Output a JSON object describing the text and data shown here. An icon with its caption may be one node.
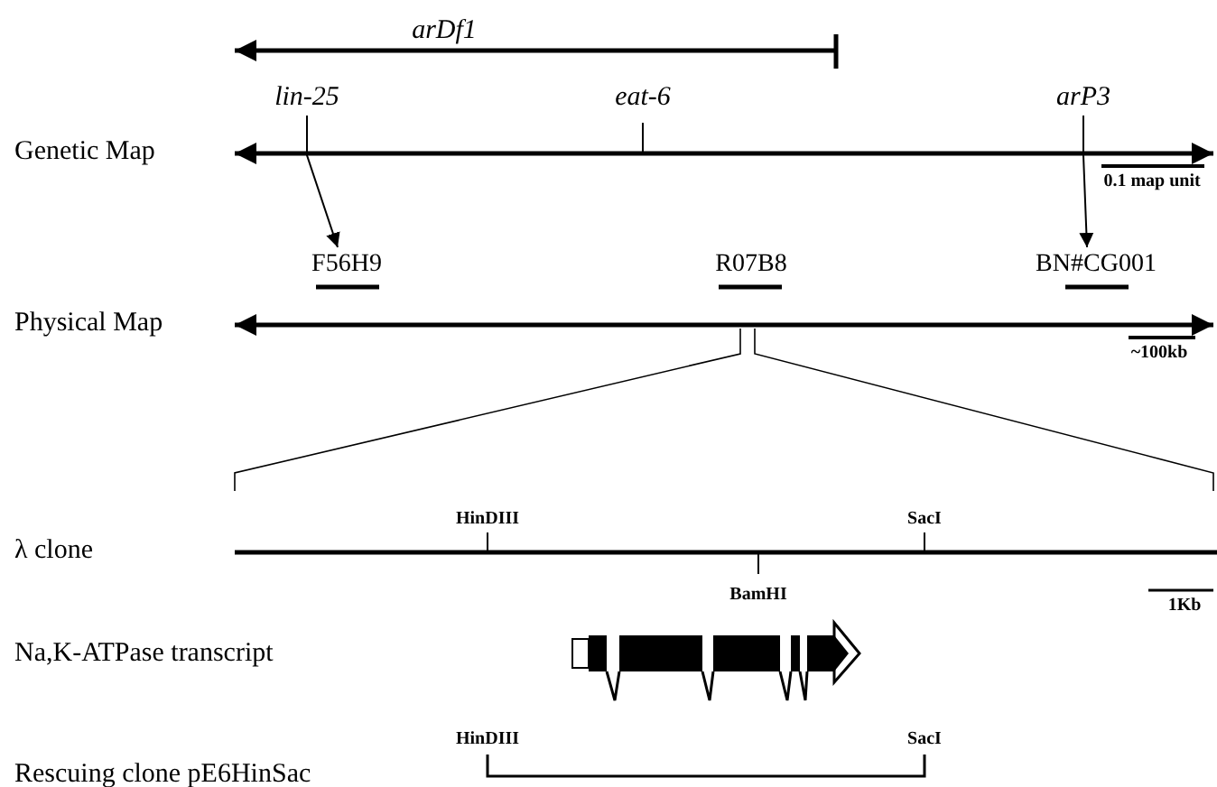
{
  "diagram": {
    "nodes": [
      {
        "text": [
          "*lin-25*"
        ]
      },
      {
        "text": [
          "*arP3*"
        ]
      },
      {
        "text": [
          "F56H9"
        ]
      },
      {
        "text": [
          "BN#CG001"
        ]
      }
    ],
    "edges": [
      {
        "from": 0,
        "to": 2,
        "arrow": "to"
      },
      {
        "from": 1,
        "to": 3,
        "arrow": "to"
      }
    ],
    "labels": [
      "*arDf1*",
      "*eat-6*",
      "Genetic Map",
      "0.1 map unit",
      "R07B8",
      "Physical Map",
      "~100kb",
      "λ clone",
      "HinDIII",
      "SacI",
      "BamHI",
      "1Kb",
      "Na,K-ATPase transcript",
      "HinDIII",
      "SacI",
      "Rescuing clone pE6HinSac"
    ]
  }
}
